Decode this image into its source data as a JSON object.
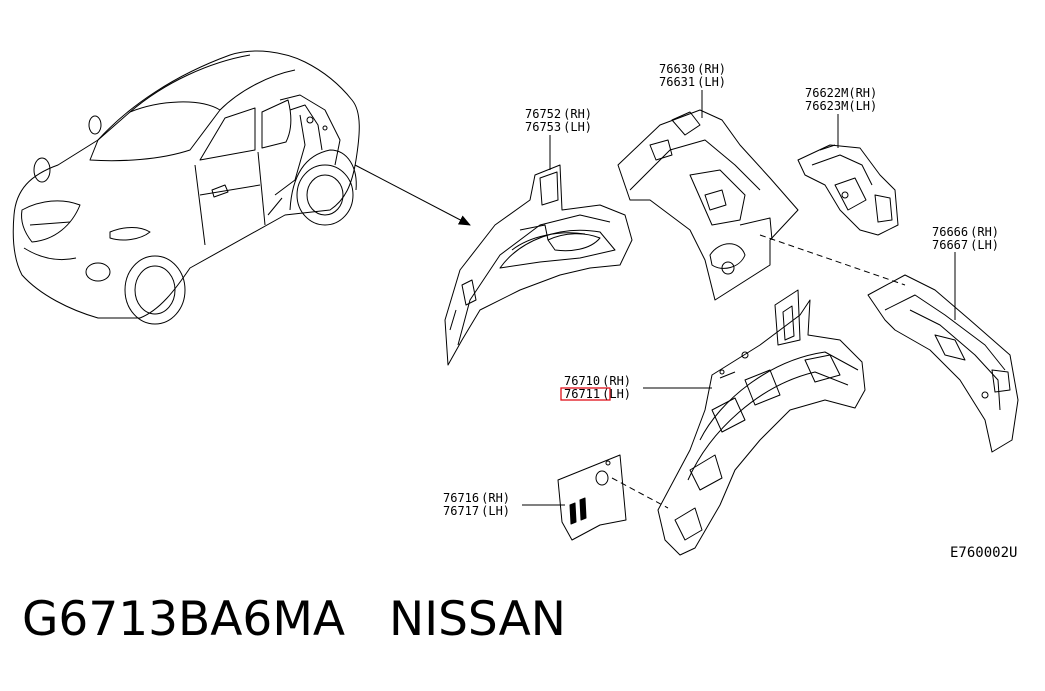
{
  "diagram_id": "E760002U",
  "part_number": "G6713BA6MA",
  "brand": "NISSAN",
  "highlight_color": "#e0101a",
  "callouts": [
    {
      "id": "c-76752",
      "rh": "76752",
      "lh": "76753"
    },
    {
      "id": "c-76630",
      "rh": "76630",
      "lh": "76631"
    },
    {
      "id": "c-76622",
      "rh": "76622M",
      "lh": "76623M"
    },
    {
      "id": "c-76666",
      "rh": "76666",
      "lh": "76667"
    },
    {
      "id": "c-76710",
      "rh": "76710",
      "lh": "76711"
    },
    {
      "id": "c-76716",
      "rh": "76716",
      "lh": "76717"
    }
  ],
  "side_labels": {
    "rh": "(RH)",
    "lh": "(LH)"
  }
}
